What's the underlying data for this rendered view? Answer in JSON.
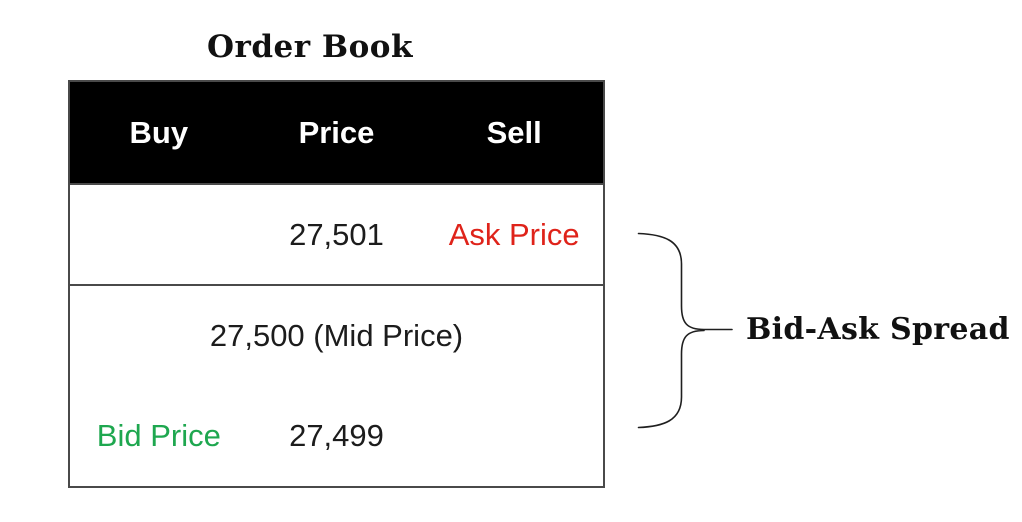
{
  "title": "Order Book",
  "table": {
    "headers": {
      "buy": "Buy",
      "price": "Price",
      "sell": "Sell"
    },
    "ask_row": {
      "price": "27,501",
      "label": "Ask Price"
    },
    "mid_row": {
      "text": "27,500 (Mid Price)"
    },
    "bid_row": {
      "label": "Bid Price",
      "price": "27,499"
    }
  },
  "annotation": {
    "label": "Bid-Ask Spread"
  },
  "colors": {
    "ask": "#df231a",
    "bid": "#1ea74f",
    "header_bg": "#000000",
    "header_text": "#ffffff",
    "border": "#4a4a4a",
    "text": "#1c1c1c",
    "brace": "#1f1f1f"
  }
}
